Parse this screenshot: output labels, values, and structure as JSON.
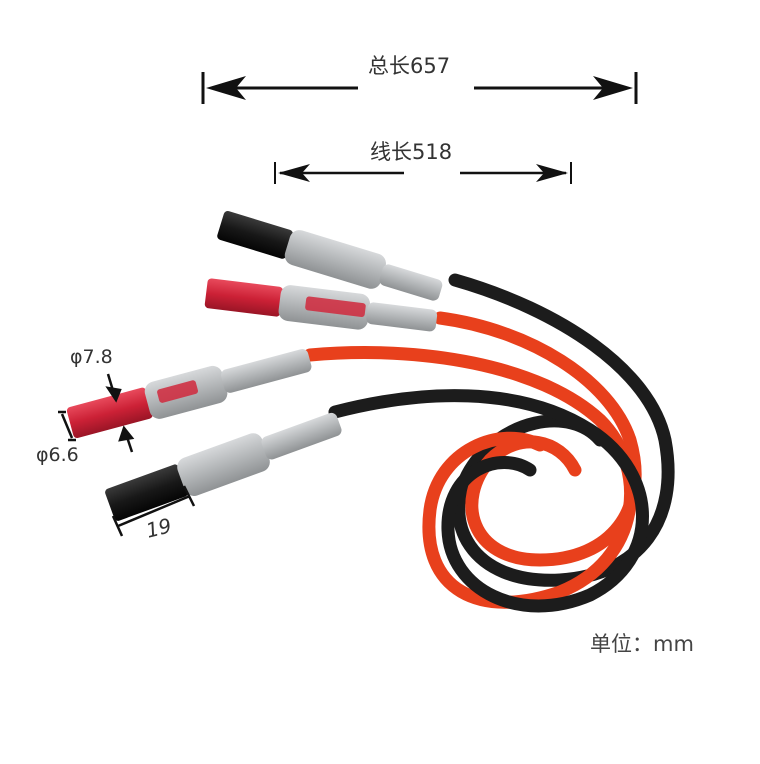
{
  "dimensions": {
    "total_length": "总长657",
    "wire_length": "线长518",
    "tip_outer_diameter": "φ7.8",
    "tip_inner_diameter": "φ6.6",
    "tip_length": "19"
  },
  "unit_note": "单位：mm",
  "colors": {
    "red_insulation": "#e8401c",
    "black_insulation": "#1c1c1c",
    "red_plug": "#d0283c",
    "black_plug": "#1a1a1a",
    "grey_handle": "#b5b8ba",
    "dimension_line": "#111111"
  },
  "icons": [
    "double-arrow-total-length",
    "double-arrow-wire-length",
    "test-lead-plug"
  ]
}
